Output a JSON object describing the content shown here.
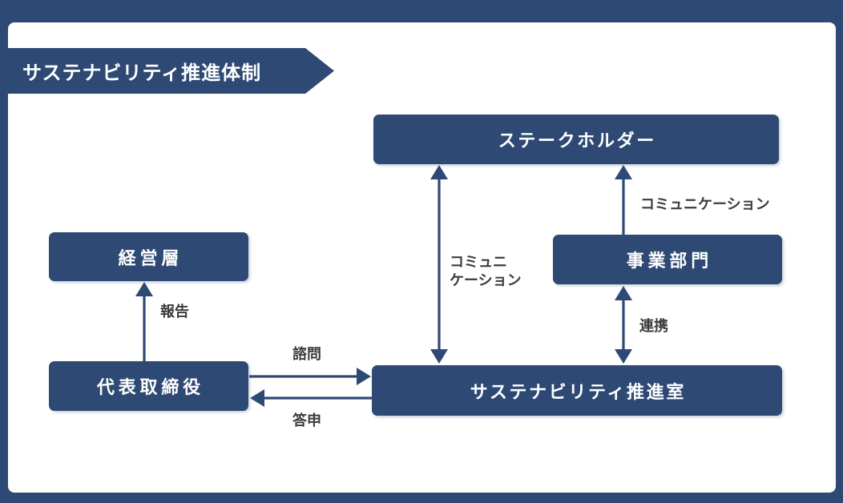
{
  "colors": {
    "navy": "#2e4a74",
    "label-text": "#3c3c3c",
    "card-bg": "#ffffff"
  },
  "title": {
    "text": "サステナビリティ推進体制"
  },
  "nodes": {
    "stakeholder": "ステークホルダー",
    "management": "経営層",
    "business_division": "事業部門",
    "ceo": "代表取締役",
    "sustainability_office": "サステナビリティ推進室"
  },
  "labels": {
    "report": "報告",
    "consult": "諮問",
    "reply": "答申",
    "cooperation": "連携",
    "communication_center_line1": "コミュニ",
    "communication_center_line2": "ケーション",
    "communication_right": "コミュニケーション"
  }
}
